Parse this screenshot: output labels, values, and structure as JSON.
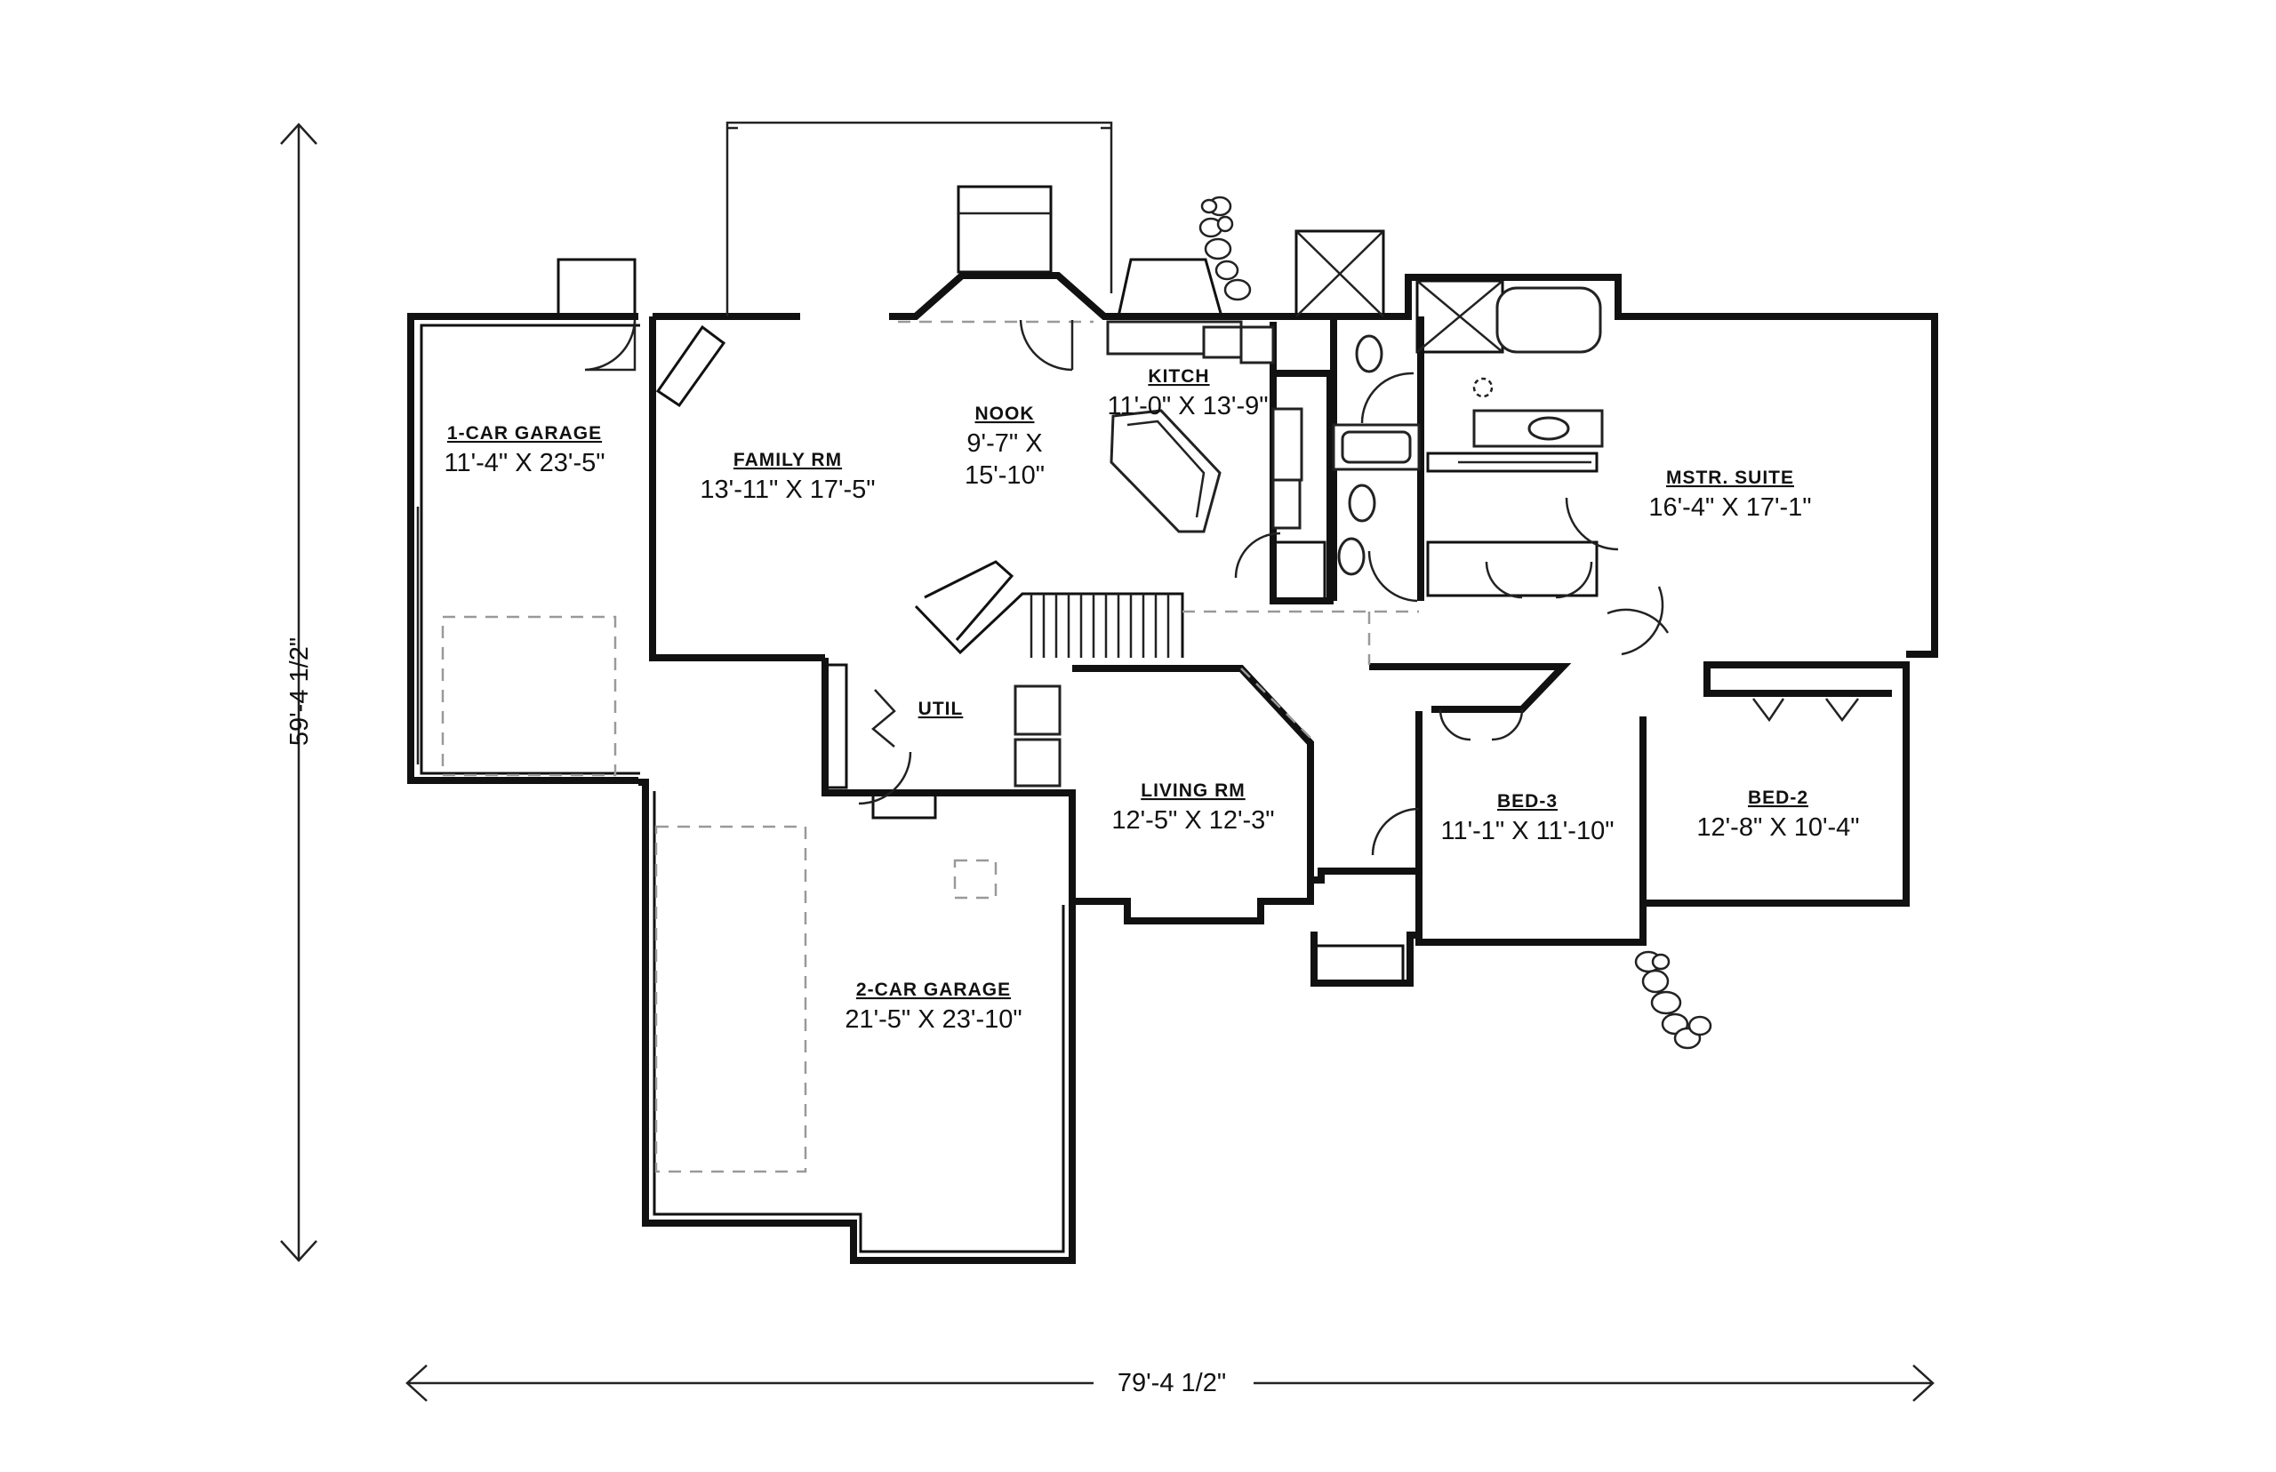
{
  "overall": {
    "width_label": "79'-4 1/2\"",
    "depth_label": "59'-4 1/2\""
  },
  "rooms": {
    "garage1": {
      "name": "1-CAR GARAGE",
      "size": "11'-4\" X 23'-5\""
    },
    "family": {
      "name": "FAMILY RM",
      "size": "13'-11\" X 17'-5\""
    },
    "nook": {
      "name": "NOOK",
      "size_line1": "9'-7\" X",
      "size_line2": "15'-10\""
    },
    "kitchen": {
      "name": "KITCH",
      "size": "11'-0\" X 13'-9\""
    },
    "master": {
      "name": "MSTR. SUITE",
      "size": "16'-4\" X 17'-1\""
    },
    "util": {
      "name": "UTIL"
    },
    "living": {
      "name": "LIVING RM",
      "size": "12'-5\" X 12'-3\""
    },
    "bed3": {
      "name": "BED-3",
      "size": "11'-1\" X 11'-10\""
    },
    "bed2": {
      "name": "BED-2",
      "size": "12'-8\" X 10'-4\""
    },
    "garage2": {
      "name": "2-CAR GARAGE",
      "size": "21'-5\" X 23'-10\""
    }
  }
}
